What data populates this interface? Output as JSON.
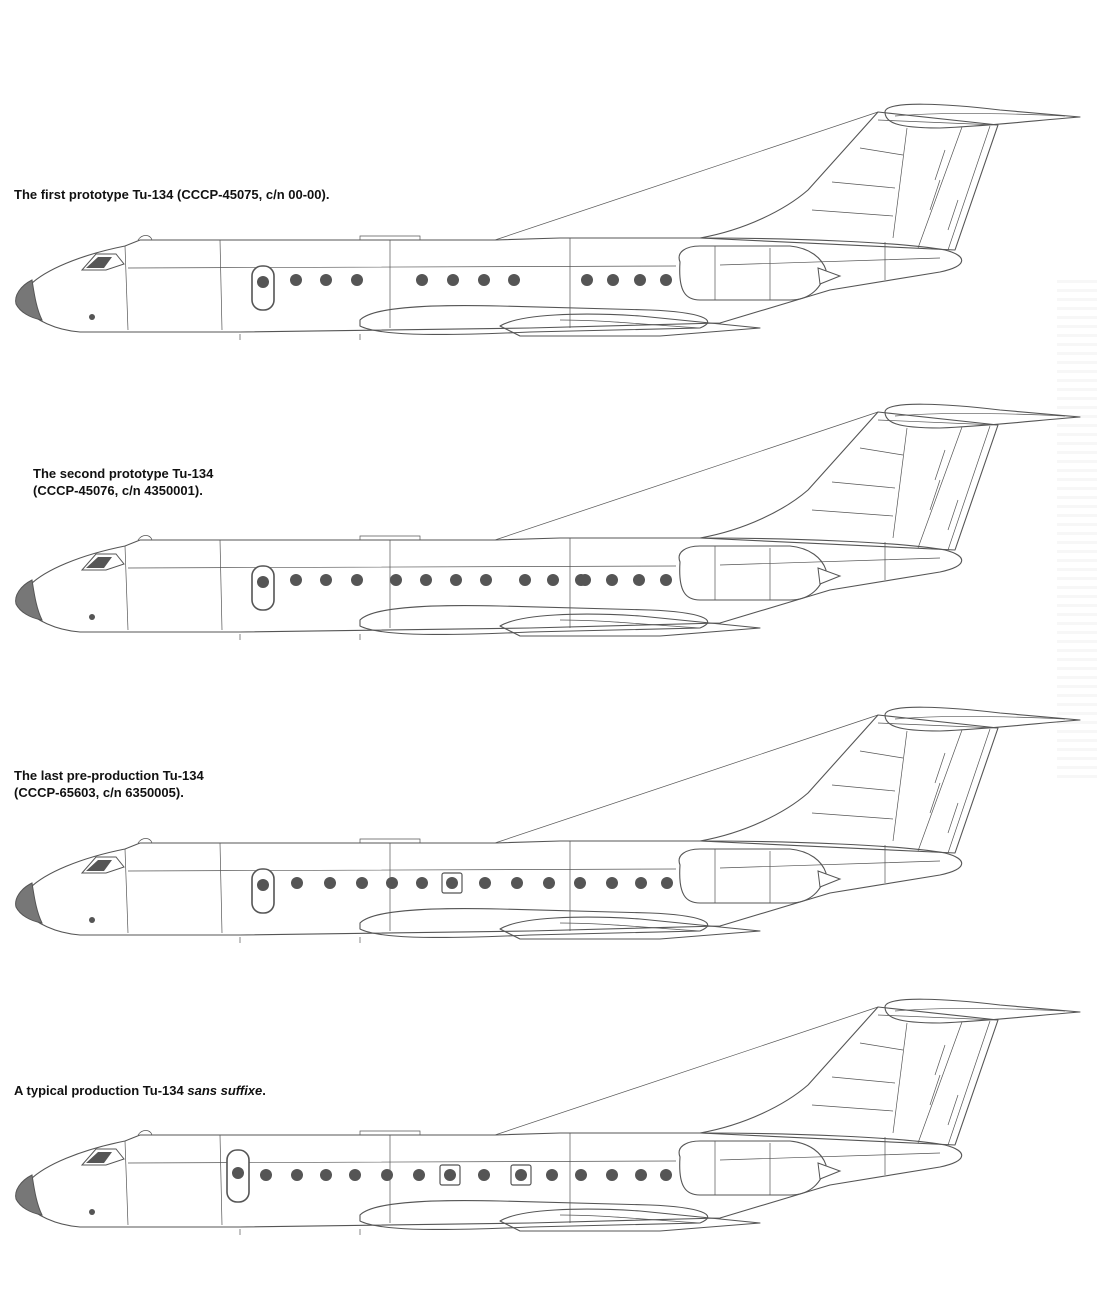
{
  "captions": [
    {
      "lines": [
        "The first prototype Tu-134 (CCCP-45075,  c/n 00-00)."
      ]
    },
    {
      "lines": [
        "The second prototype Tu-134",
        "(CCCP-45076, c/n 4350001)."
      ]
    },
    {
      "lines": [
        "The last pre-production Tu-134",
        "(CCCP-65603, c/n 6350005)."
      ]
    },
    {
      "line_parts": [
        "A typical production Tu-134 ",
        "sans suffixe",
        "."
      ]
    }
  ],
  "drawings": [
    {
      "variant": "first-prototype",
      "door": "oval",
      "window_groups": [
        [
          296,
          326,
          357
        ],
        [
          422,
          453,
          484,
          514
        ],
        [
          587,
          613,
          640,
          666
        ]
      ],
      "framed_windows": []
    },
    {
      "variant": "second-prototype",
      "door": "oval",
      "window_groups": [
        [
          296,
          326,
          357
        ],
        [
          396,
          426,
          456,
          486
        ],
        [
          525,
          553,
          581
        ],
        [
          585,
          612,
          639,
          666
        ]
      ],
      "framed_windows": []
    },
    {
      "variant": "pre-production",
      "door": "oval",
      "window_groups": [
        [
          297,
          330,
          362
        ],
        [
          392,
          422
        ],
        [
          452
        ],
        [
          485,
          517,
          549,
          580,
          612,
          641,
          667
        ]
      ],
      "framed_windows": [
        452
      ]
    },
    {
      "variant": "production",
      "door": "oval-large",
      "window_groups": [
        [
          266,
          297,
          326,
          355
        ],
        [
          387,
          419
        ],
        [
          450
        ],
        [
          484
        ],
        [
          521
        ],
        [
          552,
          581,
          612,
          641,
          666
        ]
      ],
      "framed_windows": [
        450,
        521
      ]
    }
  ],
  "colors": {
    "line": "#555555",
    "fill": "#ffffff",
    "window": "#555555",
    "nose": "#777777"
  }
}
